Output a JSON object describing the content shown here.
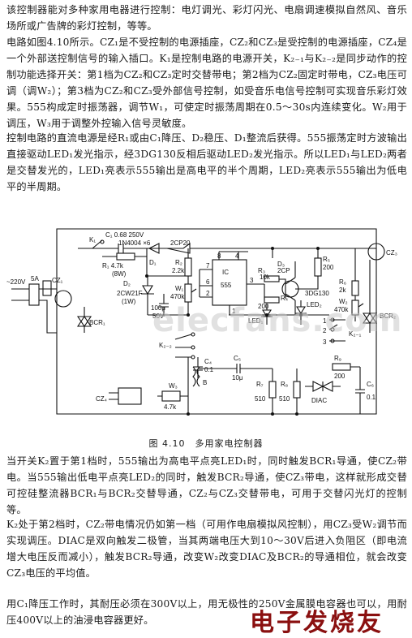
{
  "text": {
    "p1": "该控制器能对多种家用电器进行控制：电灯调光、彩灯闪光、电扇调速模拟自然风、音乐场所或广告牌的彩灯控制，等等。",
    "p2": "电路如图4.10所示。CZ₁是不受控制的电源插座，CZ₂和CZ₃是受控制的电源插座，CZ₄是一个外部送控制信号的输入插口。K₁是控制电路的电源开关，K₂₋₁与K₂₋₂是同步动作的控制功能选择开关：第1档为CZ₂和CZ₃定时交替带电；第2档为CZ₂固定时带电，CZ₃电压可调（调W₂）；第3档为CZ₂和CZ₃受外部信号控制，如受音乐电信号控制可实现音乐彩灯效果。555构成定时振荡器，调节W₁，可使定时振荡周期在0.5～30s内连续变化。W₂用于调压，W₃用于调整外控输入信号灵敏度。",
    "p3": "控制电路的直流电源是经R₁或由C₁降压、D₂稳压、D₁整流后获得。555振荡定时方波输出直接驱动LED₁发光指示，经3DG130反相后驱动LED₂发光指示。所以LED₁与LED₂两者是交替发光的，LED₁亮表示555输出是高电平的半个周期，LED₂亮表示555输出为低电平的半周期。",
    "caption": "图 4.10　多用家电控制器",
    "p4": "当开关K₂置于第1档时，555输出为高电平点亮LED₁时，同时触发BCR₁导通，使CZ₂带电。当555输出低电平点亮LED₂的同时，触发BCR₂导通，使CZ₃带电，这样就形成交替可控硅整流器BCR₁与BCR₂交替导通，CZ₂与CZ₃交替带电，可用于交替闪光灯的控制等。",
    "p5": "K₂处于第2档时，CZ₂带电情况仍如第一档（可用作电扇模拟风控制），用CZ₃受W₂调节而实现调压。DIAC是双向触发二极管，当其两端电压大到10～30V后进入负阻区（即电流增大电压反而减小），触发BCR₂导通，改变W₂改变DIAC及BCR₂的导通相位，就会改变CZ₃电压的平均值。",
    "p6": "用C₁降压工作时，其耐压必须在300V以上，用无极性的250V金属膜电容器也可以，用耐压400V以上的油浸电容器更好。"
  },
  "watermark": {
    "site": "elecfans.com",
    "brand": "电子发烧友"
  },
  "figure": {
    "mains": "~220V",
    "fuse": "5A",
    "cz1": "CZ₁",
    "cz2": "CZ₂",
    "cz3": "CZ₃",
    "cz4": "CZ₄",
    "c1": "C₁ 0.68  250V",
    "k1": "K₁",
    "r1": "R₁ 4.7k",
    "r1w": "(8W)",
    "d1": "1N4004 ×6",
    "d1label": "D₁",
    "dz": "D₂",
    "dz_part": "2CW21F",
    "dz_w": "(1W)",
    "c2": "100μ",
    "c2v": "50V",
    "r2": "R₂",
    "r2v": "2.2k",
    "w1": "W₁",
    "w1v": "470k",
    "ic": "IC",
    "ic_part": "555",
    "pin8": "8",
    "pin4": "4",
    "pin7": "7",
    "pin6": "6",
    "pin2": "2",
    "pin3": "3",
    "pin1": "1",
    "d2cp": "2CP20",
    "r3": "R₃",
    "r3v": "10k",
    "r4": "R₄",
    "r4v": "200",
    "d3": "D₃",
    "d3p": "2CP",
    "r5": "R₅",
    "r5v": "200",
    "q": "3DG130",
    "led1": "LED₁",
    "led2": "LED₂",
    "r6": "R₆",
    "r6v": "2k",
    "w2": "W₂",
    "w2v": "470k",
    "bcr1": "BCR₁",
    "bcr2": "BCR₂",
    "k21": "K₂₋₁",
    "k22": "K₂₋₂",
    "c4": "C₄",
    "c4v": "0.1",
    "c5": "C₅",
    "c5v": "10μ",
    "w3": "W₃",
    "w3v": "4.7k",
    "b": "B",
    "r7": "R₇",
    "r7v": "510",
    "r8": "R₈",
    "r8v": "510",
    "r9": "R₉",
    "r9v": "200",
    "c6": "C₆",
    "c6v": "0.1",
    "diac": "DIAC",
    "n1": "1",
    "n2": "2",
    "n3": "3"
  }
}
